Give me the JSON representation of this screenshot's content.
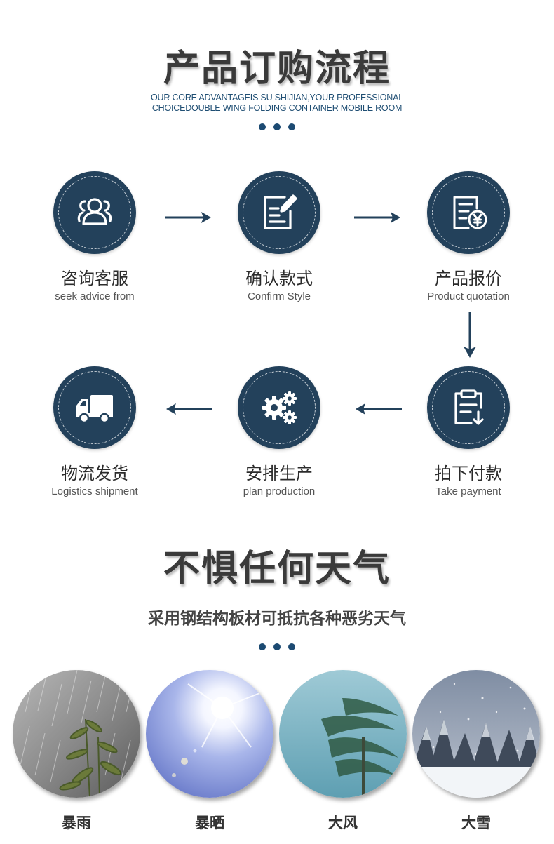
{
  "header": {
    "title": "产品订购流程",
    "subtitle_line1": "OUR CORE ADVANTAGEIS SU SHIJIAN,YOUR PROFESSIONAL",
    "subtitle_line2": "CHOICEDOUBLE WING FOLDING CONTAINER MOBILE ROOM"
  },
  "steps": [
    {
      "zh": "咨询客服",
      "en": "seek advice from",
      "icon": "users-icon"
    },
    {
      "zh": "确认款式",
      "en": "Confirm Style",
      "icon": "edit-document-icon"
    },
    {
      "zh": "产品报价",
      "en": "Product quotation",
      "icon": "quotation-yen-icon"
    },
    {
      "zh": "拍下付款",
      "en": "Take payment",
      "icon": "clipboard-download-icon"
    },
    {
      "zh": "安排生产",
      "en": "plan production",
      "icon": "gears-icon"
    },
    {
      "zh": "物流发货",
      "en": "Logistics shipment",
      "icon": "truck-icon"
    }
  ],
  "weather_section": {
    "title": "不惧任何天气",
    "tagline": "采用钢结构板材可抵抗各种恶劣天气",
    "items": [
      {
        "label": "暴雨",
        "image": "heavy-rain-photo"
      },
      {
        "label": "暴晒",
        "image": "blazing-sun-photo"
      },
      {
        "label": "大风",
        "image": "strong-wind-photo"
      },
      {
        "label": "大雪",
        "image": "heavy-snow-photo"
      }
    ]
  },
  "colors": {
    "icon_circle": "#23415b",
    "accent_dots": "#1c4a72",
    "arrow": "#23415b"
  }
}
